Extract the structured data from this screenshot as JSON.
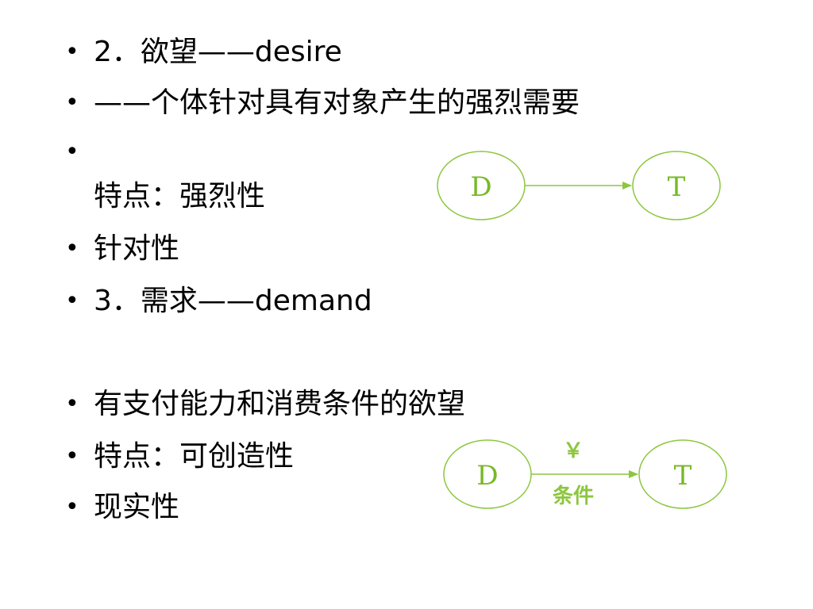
{
  "slide": {
    "bullets": [
      {
        "text": "2．欲望——desire"
      },
      {
        "text": "——个体针对具有对象产生的强烈需要"
      },
      {
        "text": ""
      },
      {
        "text": "特点：强烈性"
      },
      {
        "text": "针对性"
      },
      {
        "text": "3．需求——demand"
      },
      {
        "text": "有支付能力和消费条件的欲望"
      },
      {
        "text": "特点：可创造性"
      },
      {
        "text": "现实性"
      }
    ],
    "diagram1": {
      "from": "D",
      "to": "T"
    },
    "diagram2": {
      "from": "D",
      "to": "T",
      "above": "￥",
      "below": "条件"
    },
    "colors": {
      "accent": "#8cc63f",
      "text": "#000000"
    }
  }
}
